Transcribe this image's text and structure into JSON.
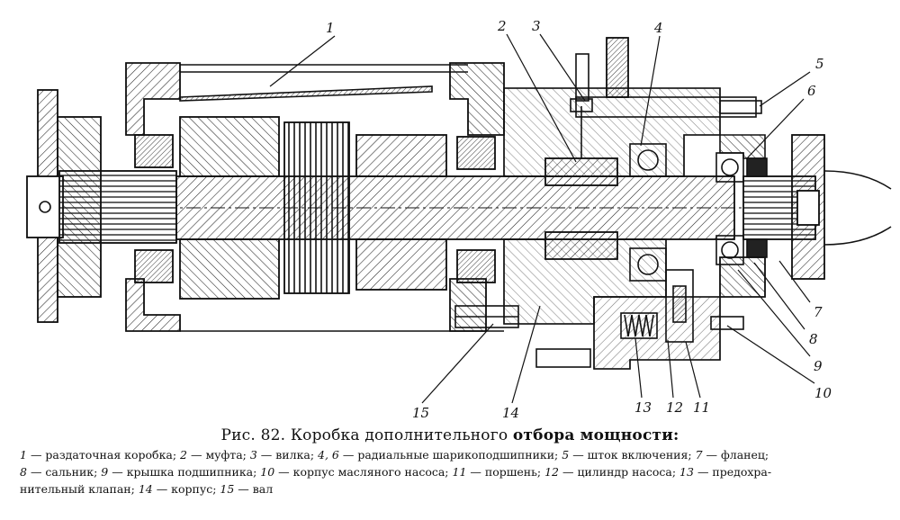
{
  "figure": {
    "title_prefix": "Рис. 82.",
    "title_plain": "Коробка дополнительного",
    "title_bold": "отбора мощности:"
  },
  "legend_lines": [
    [
      {
        "num": "1",
        "text": "— раздаточная коробка; "
      },
      {
        "num": "2",
        "text": "— муфта; "
      },
      {
        "num": "3",
        "text": "— вилка; "
      },
      {
        "num": "4, 6",
        "text": "— радиальные шарикоподшипники; "
      },
      {
        "num": "5",
        "text": "— шток включения; "
      },
      {
        "num": "7",
        "text": "— фланец;"
      }
    ],
    [
      {
        "num": "8",
        "text": "— сальник; "
      },
      {
        "num": "9",
        "text": "— крышка подшипника; "
      },
      {
        "num": "10",
        "text": "— корпус масляного насоса; "
      },
      {
        "num": "11",
        "text": "— поршень; "
      },
      {
        "num": "12",
        "text": "— цилиндр насоса; "
      },
      {
        "num": "13",
        "text": "— предохра-"
      }
    ],
    [
      {
        "num": "",
        "text": "нительный клапан; "
      },
      {
        "num": "14",
        "text": "— корпус; "
      },
      {
        "num": "15",
        "text": "— вал"
      }
    ]
  ],
  "callouts": [
    "1",
    "2",
    "3",
    "4",
    "5",
    "6",
    "7",
    "8",
    "9",
    "10",
    "11",
    "12",
    "13",
    "14",
    "15"
  ]
}
